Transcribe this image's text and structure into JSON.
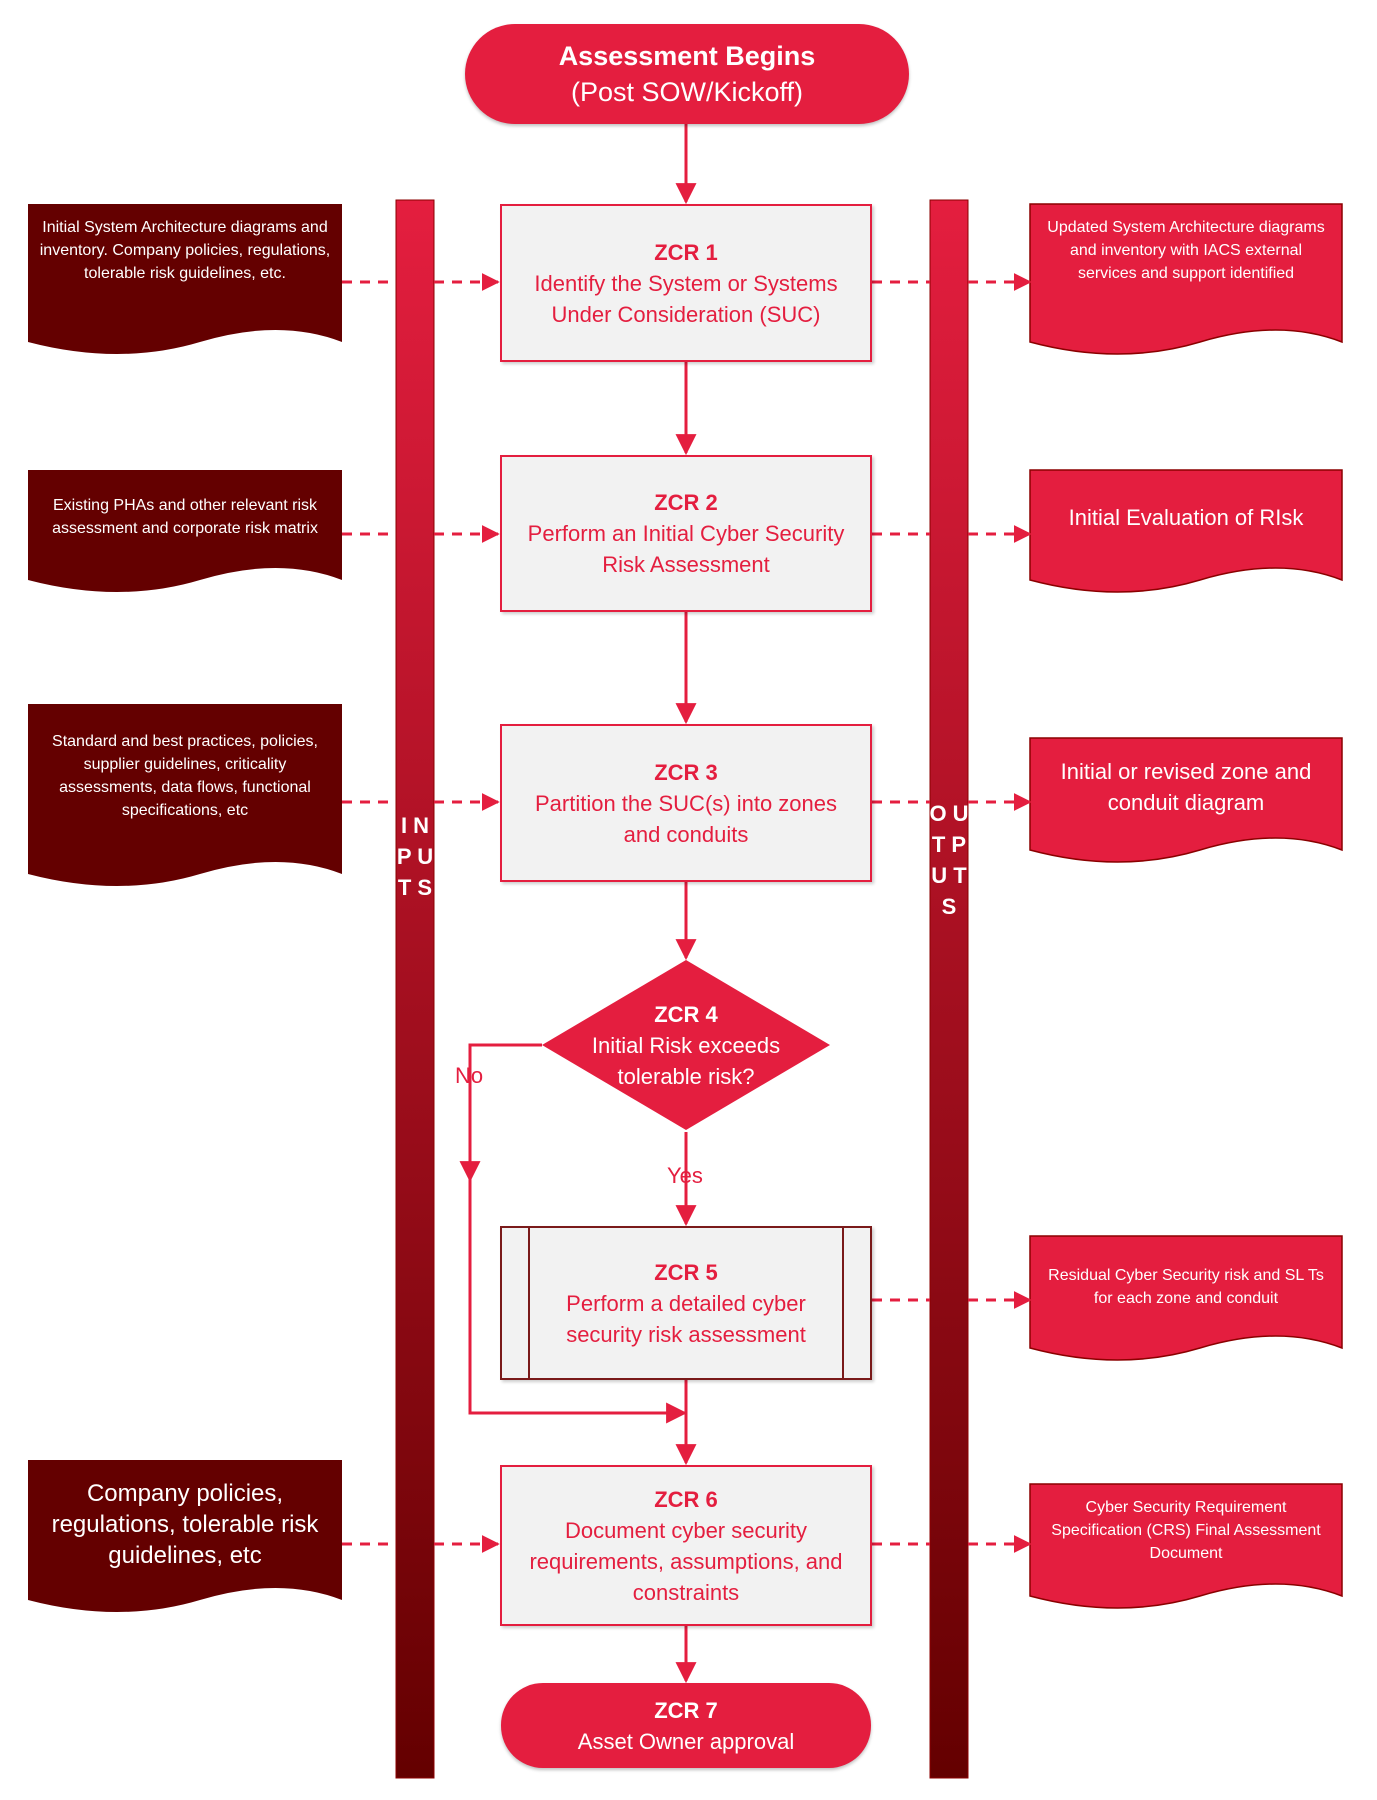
{
  "start": {
    "title": "Assessment Begins",
    "subtitle": "(Post SOW/Kickoff)"
  },
  "lanes": {
    "inputs": "I N P U T S",
    "outputs": "O U T P U T S"
  },
  "steps": [
    {
      "id": "ZCR 1",
      "text": "Identify the System or Systems Under Consideration (SUC)"
    },
    {
      "id": "ZCR 2",
      "text": "Perform an Initial Cyber Security Risk Assessment"
    },
    {
      "id": "ZCR 3",
      "text": "Partition the SUC(s) into zones and conduits"
    },
    {
      "id": "ZCR 4",
      "text": "Initial Risk exceeds tolerable risk?"
    },
    {
      "id": "ZCR 5",
      "text": "Perform a detailed cyber security risk assessment"
    },
    {
      "id": "ZCR 6",
      "text": "Document cyber security requirements, assumptions, and constraints"
    },
    {
      "id": "ZCR 7",
      "text": "Asset Owner approval"
    }
  ],
  "decision_labels": {
    "no": "No",
    "yes": "Yes"
  },
  "inputs": [
    "Initial System Architecture diagrams and inventory. Company policies, regulations, tolerable risk guidelines, etc.",
    "Existing PHAs and other relevant risk assessment and corporate risk matrix",
    "Standard and best practices, policies, supplier guidelines, criticality assessments, data flows, functional specifications, etc",
    "Company policies, regulations, tolerable risk guidelines, etc"
  ],
  "outputs": [
    "Updated System Architecture diagrams and inventory with IACS external services and support identified",
    "Initial Evaluation of RIsk",
    "Initial or revised zone and conduit diagram",
    "Residual Cyber Security risk and SL Ts for each zone and conduit",
    "Cyber Security Requirement Specification (CRS) Final Assessment Document"
  ],
  "colors": {
    "red": "#e41e3f",
    "dark_red": "#640000",
    "box_fill": "#f2f2f2",
    "lane_top": "#e41e3f",
    "lane_bottom": "#640000"
  }
}
